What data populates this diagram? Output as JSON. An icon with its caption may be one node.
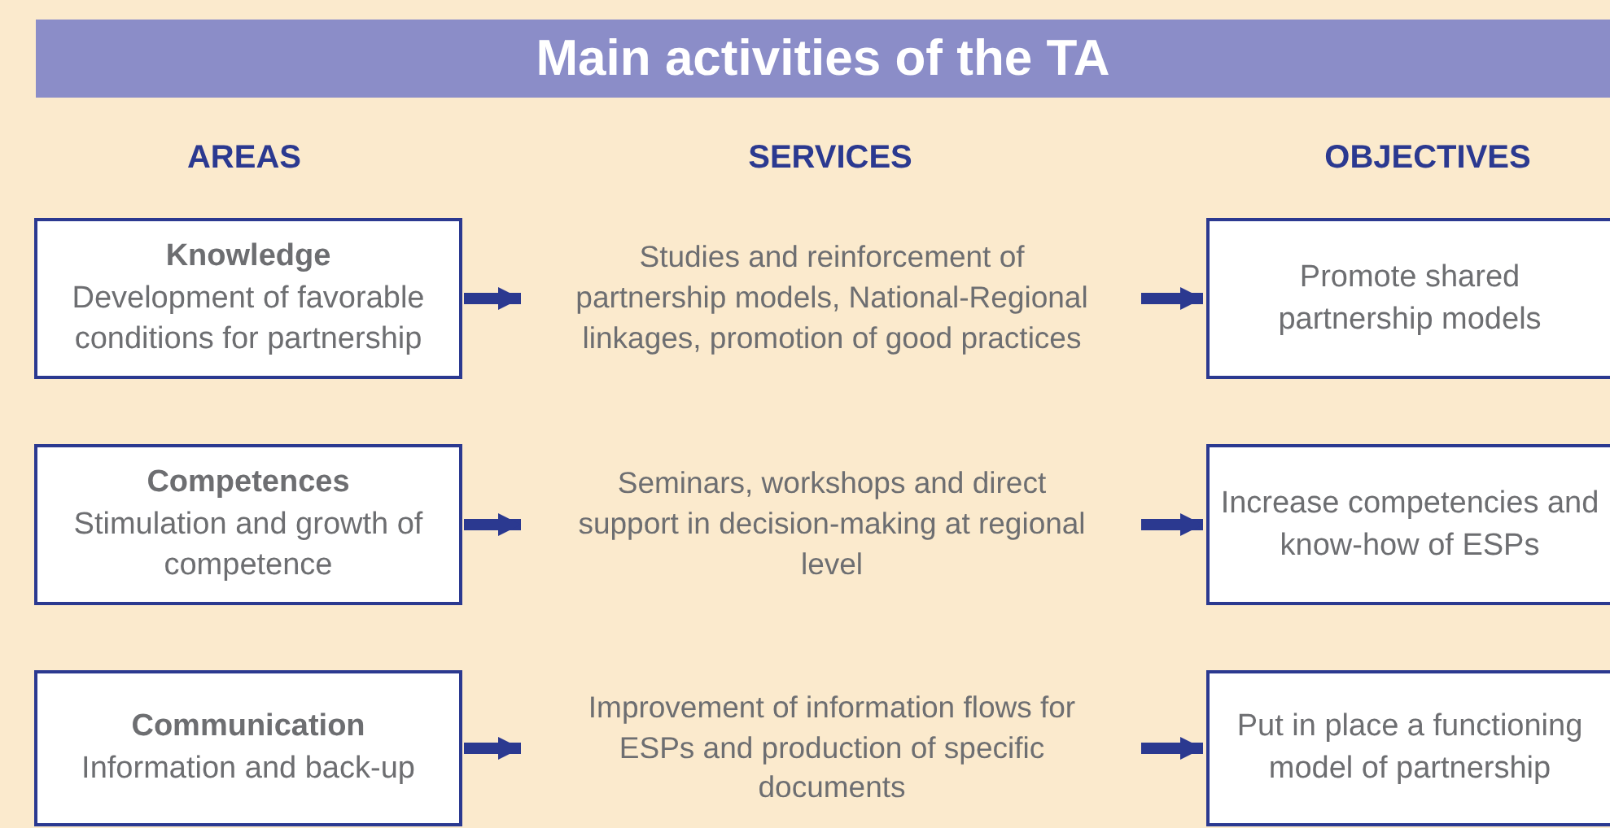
{
  "diagram": {
    "title": "Main activities of the TA",
    "nodes": [
      {
        "text": [
          "Knowledge",
          "Development of favorable conditions for partnership"
        ]
      },
      {
        "text": [
          "Studies and reinforcement of partnership models, National-Regional linkages, promotion of good practices"
        ]
      },
      {
        "text": [
          "Promote shared partnership models"
        ]
      },
      {
        "text": [
          "Competences",
          "Stimulation and growth of competence"
        ]
      },
      {
        "text": [
          "Seminars, workshops and direct support in decision-making at regional level"
        ]
      },
      {
        "text": [
          "Increase competencies and know-how of ESPs"
        ]
      },
      {
        "text": [
          "Communication",
          "Information and back-up"
        ]
      },
      {
        "text": [
          "Improvement of information flows for ESPs and production of specific documents"
        ]
      },
      {
        "text": [
          "Put in place a functioning model of partnership"
        ]
      }
    ],
    "edges": [
      {
        "from": 0,
        "to": 1,
        "arrow": "to"
      },
      {
        "from": 1,
        "to": 2,
        "arrow": "to"
      },
      {
        "from": 3,
        "to": 4,
        "arrow": "to"
      },
      {
        "from": 4,
        "to": 5,
        "arrow": "to"
      },
      {
        "from": 6,
        "to": 7,
        "arrow": "to"
      },
      {
        "from": 7,
        "to": 8,
        "arrow": "to"
      }
    ],
    "labels": [
      "AREAS",
      "SERVICES",
      "OBJECTIVES"
    ]
  }
}
